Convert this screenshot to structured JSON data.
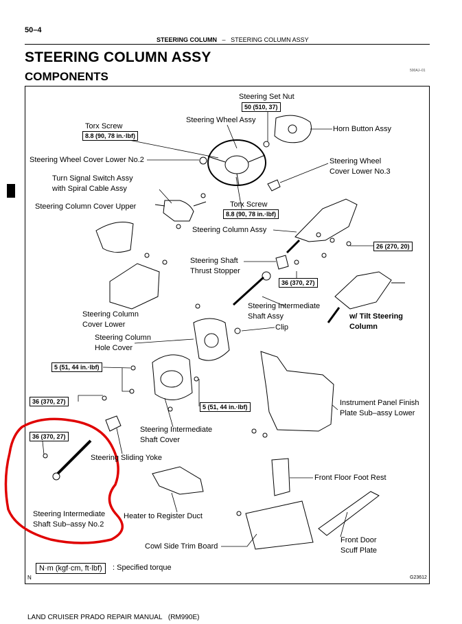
{
  "header": {
    "page_number": "50–4",
    "section": "STEERING COLUMN",
    "separator": "–",
    "subsection": "STEERING COLUMN ASSY"
  },
  "title": "STEERING COLUMN ASSY",
  "subtitle": "COMPONENTS",
  "figure": {
    "code_top": "500AJ–01",
    "code_bottom": "G23612",
    "legend_box": "N·m (kgf·cm, ft·lbf)",
    "legend_text": ": Specified torque",
    "north_mark": "N"
  },
  "labels": {
    "steering_set_nut": "Steering Set Nut",
    "steering_wheel_assy": "Steering Wheel Assy",
    "horn_button_assy": "Horn Button Assy",
    "torx_screw_top": "Torx Screw",
    "steering_wheel_cover_lower_no2": "Steering Wheel Cover Lower No.2",
    "steering_wheel_cover_lower_no3_line1": "Steering Wheel",
    "steering_wheel_cover_lower_no3_line2": "Cover Lower No.3",
    "turn_signal_line1": "Turn Signal Switch Assy",
    "turn_signal_line2": "with Spiral Cable Assy",
    "torx_screw_mid": "Torx Screw",
    "steering_column_cover_upper": "Steering Column Cover Upper",
    "steering_column_assy": "Steering Column Assy",
    "steering_shaft_line1": "Steering Shaft",
    "steering_shaft_line2": "Thrust Stopper",
    "steering_column_cover_lower_line1": "Steering Column",
    "steering_column_cover_lower_line2": "Cover Lower",
    "steering_intermediate_shaft_line1": "Steering Intermediate",
    "steering_intermediate_shaft_line2": "Shaft Assy",
    "w_tilt_line1": "w/ Tilt Steering",
    "w_tilt_line2": "Column",
    "clip": "Clip",
    "hole_cover_line1": "Steering Column",
    "hole_cover_line2": "Hole Cover",
    "instrument_panel_line1": "Instrument Panel Finish",
    "instrument_panel_line2": "Plate Sub–assy Lower",
    "shaft_cover_line1": "Steering Intermediate",
    "shaft_cover_line2": "Shaft Cover",
    "steering_sliding_yoke": "Steering Sliding Yoke",
    "front_floor_foot_rest": "Front Floor Foot Rest",
    "intermediate_no2_line1": "Steering Intermediate",
    "intermediate_no2_line2": "Shaft Sub–assy No.2",
    "heater_to_register_duct": "Heater to Register Duct",
    "cowl_side_trim_board": "Cowl Side Trim Board",
    "front_door_line1": "Front Door",
    "front_door_line2": "Scuff Plate"
  },
  "torques": {
    "set_nut": "50 (510, 37)",
    "torx_top": "8.8 (90, 78 in.·lbf)",
    "torx_mid": "8.8 (90, 78 in.·lbf)",
    "column_assy": "26 (270, 20)",
    "thrust_stopper": "36 (370, 27)",
    "hole_cover": "5 (51, 44 in.·lbf)",
    "shaft_cover": "5 (51, 44 in.·lbf)",
    "yoke": "36 (370, 27)",
    "intermediate_no2": "36 (370, 27)"
  },
  "footer": {
    "manual": "LAND CRUISER PRADO REPAIR MANUAL",
    "code": "(RM990E)"
  },
  "colors": {
    "ink": "#000000",
    "highlight": "#e00000"
  }
}
